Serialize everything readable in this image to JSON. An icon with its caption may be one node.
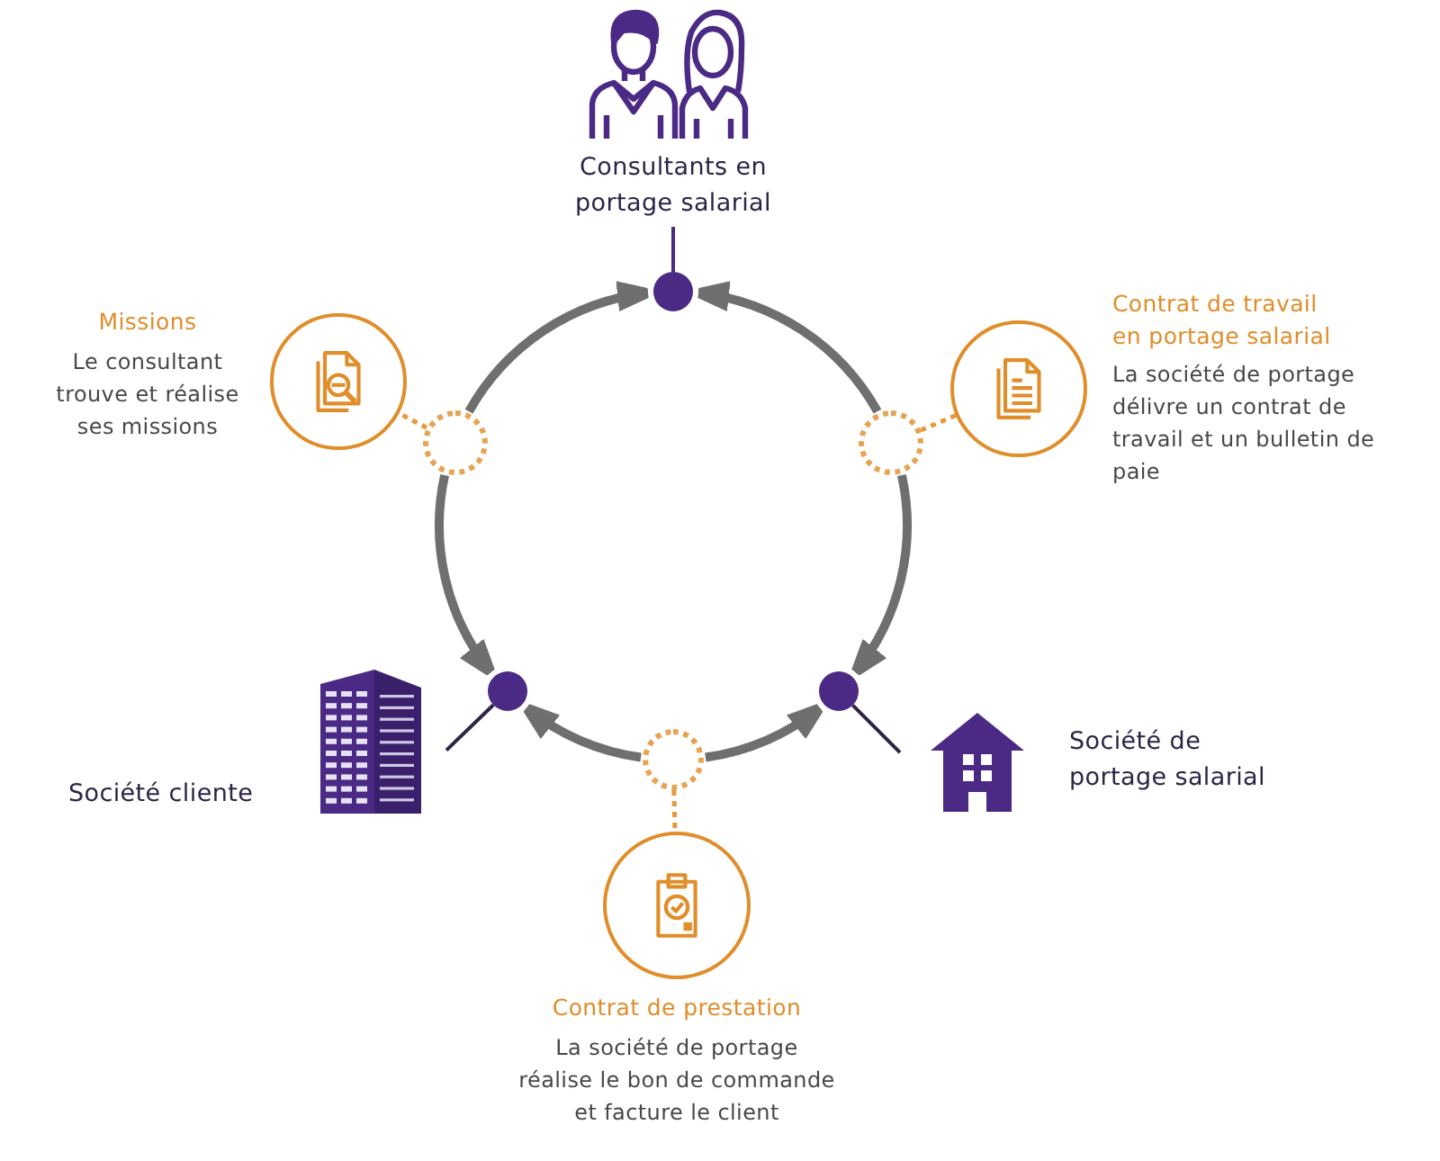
{
  "diagram": {
    "nodes": [
      {
        "text": [
          "Consultants en portage salarial"
        ]
      },
      {
        "text": [],
        "shape": "circle"
      },
      {
        "text": [],
        "shape": "circle",
        "beside": [
          "Missions",
          "Le consultant trouve et réalise ses missions"
        ]
      },
      {
        "text": [],
        "shape": "circle",
        "beside": [
          "Contrat de travail en portage salarial",
          "La société de portage délivre un contrat de travail et un bulletin de paie"
        ]
      },
      {
        "text": [],
        "shape": "circle"
      },
      {
        "text": [],
        "shape": "circle"
      },
      {
        "text": [
          "Société cliente"
        ]
      },
      {
        "text": [],
        "shape": "circle"
      },
      {
        "text": [],
        "shape": "circle"
      },
      {
        "text": [
          "Société de portage salarial"
        ]
      },
      {
        "text": [],
        "shape": "circle"
      },
      {
        "text": [],
        "shape": "circle",
        "beside": [
          "Contrat de prestation",
          "La société de portage réalise le bon de commande et facture le client"
        ]
      }
    ],
    "edges": [
      {
        "from": 1,
        "to": 0,
        "arrow": "none",
        "color": "#4b2a85"
      },
      {
        "from": 4,
        "to": 2,
        "arrow": "none",
        "style": "dashed",
        "color": "#e39a3b"
      },
      {
        "from": 5,
        "to": 3,
        "arrow": "none",
        "style": "dashed",
        "color": "#e39a3b"
      },
      {
        "from": 4,
        "to": 1,
        "arrow": "to",
        "style": "thick"
      },
      {
        "from": 5,
        "to": 1,
        "arrow": "to",
        "style": "thick"
      },
      {
        "from": 4,
        "to": 7,
        "arrow": "to",
        "style": "thick"
      },
      {
        "from": 5,
        "to": 8,
        "arrow": "to",
        "style": "thick"
      },
      {
        "from": 7,
        "to": 6,
        "arrow": "none",
        "color": "#2e2446"
      },
      {
        "from": 8,
        "to": 9,
        "arrow": "none",
        "color": "#2e2446"
      },
      {
        "from": 10,
        "to": 7,
        "arrow": "to",
        "style": "thick"
      },
      {
        "from": 10,
        "to": 8,
        "arrow": "to",
        "style": "thick"
      },
      {
        "from": 10,
        "to": 11,
        "arrow": "none",
        "style": "dashed",
        "color": "#e39a3b"
      }
    ]
  }
}
